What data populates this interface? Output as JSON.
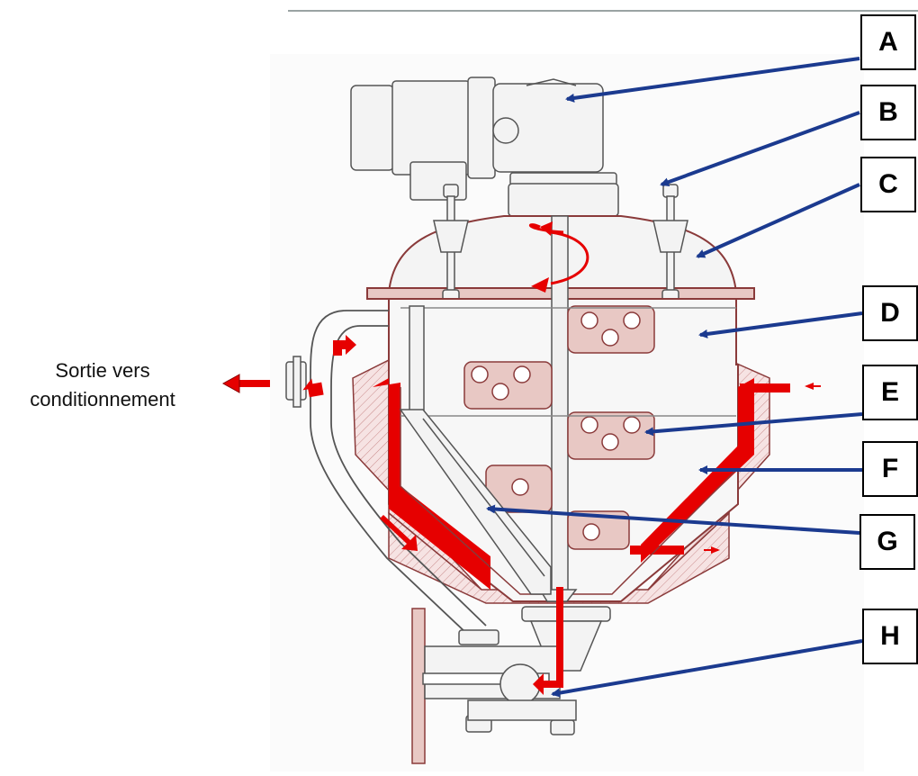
{
  "labels": {
    "A": "A",
    "B": "B",
    "C": "C",
    "D": "D",
    "E": "E",
    "F": "F",
    "G": "G",
    "H": "H"
  },
  "caption": {
    "line1": "Sortie vers",
    "line2": "conditionnement"
  },
  "colors": {
    "arrow_blue": "#1b3a8f",
    "flow_red": "#e60000",
    "jacket_fill": "#f3dede",
    "vessel_outline": "#8a3a3a",
    "metal_fill": "#f3f3f3",
    "paddle_fill": "#e8c8c4"
  }
}
